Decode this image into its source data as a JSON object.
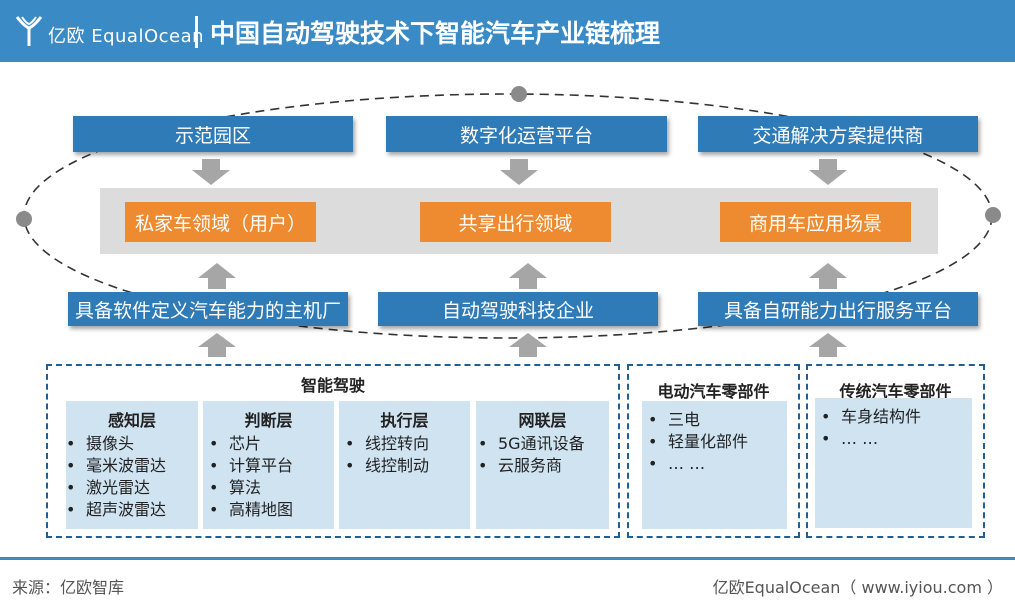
{
  "header": {
    "logo_text": "亿欧 EqualOcean",
    "title": "中国自动驾驶技术下智能汽车产业链梳理"
  },
  "top_row": [
    "示范园区",
    "数字化运营平台",
    "交通解决方案提供商"
  ],
  "middle_row": [
    "私家车领域（用户）",
    "共享出行领域",
    "商用车应用场景"
  ],
  "bottom_row": [
    "具备软件定义汽车能力的主机厂",
    "自动驾驶科技企业",
    "具备自研能力出行服务平台"
  ],
  "panels": {
    "smart_driving": {
      "title": "智能驾驶",
      "columns": [
        {
          "title": "感知层",
          "items": [
            "摄像头",
            "毫米波雷达",
            "激光雷达",
            "超声波雷达"
          ]
        },
        {
          "title": "判断层",
          "items": [
            "芯片",
            "计算平台",
            "算法",
            "高精地图"
          ]
        },
        {
          "title": "执行层",
          "items": [
            "线控转向",
            "线控制动"
          ]
        },
        {
          "title": "网联层",
          "items": [
            "5G通讯设备",
            "云服务商"
          ]
        }
      ]
    },
    "ev_parts": {
      "title": "电动汽车零部件",
      "items": [
        "三电",
        "轻量化部件",
        "… …"
      ]
    },
    "trad_parts": {
      "title": "传统汽车零部件",
      "items": [
        "车身结构件",
        "… …"
      ]
    }
  },
  "footer": {
    "source": "来源：亿欧智库",
    "brand": "亿欧EqualOcean（ www.iyiou.com ）"
  },
  "colors": {
    "header_blue": "#3a8ac6",
    "box_blue": "#2f7bb8",
    "orange": "#ee8a2f",
    "arrow_gray": "#a6a6a6",
    "panel_fill": "#cfe3f1"
  }
}
